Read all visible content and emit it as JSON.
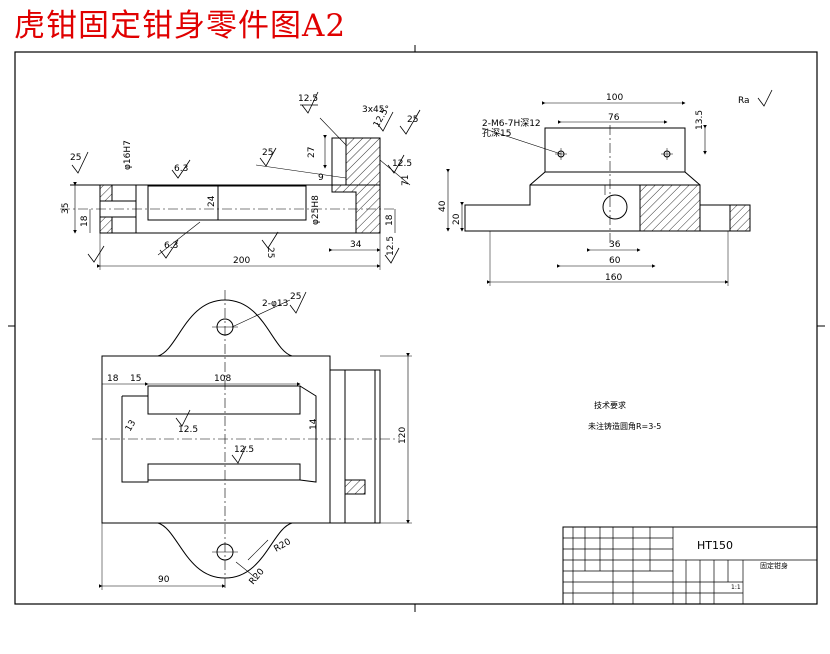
{
  "sheet": {
    "title": "虎钳固定钳身零件图A2",
    "general_roughness": "Ra"
  },
  "front_view": {
    "roughness": [
      "12.5",
      "25",
      "12.5",
      "25",
      "6.3",
      "25",
      "12.5",
      "6.3",
      "25",
      "12.5"
    ],
    "chamfer": "3x45°",
    "dimensions": {
      "d_bore_1": "φ16H7",
      "d_bore_2": "φ25H8",
      "h_27": "27",
      "h_9": "9",
      "h_35": "35",
      "h_18_left": "18",
      "h_24": "24",
      "h_18_right": "18",
      "h_71": "71",
      "w_34": "34",
      "w_200": "200"
    }
  },
  "side_view": {
    "thread_note": "2-M6-7H深12",
    "thread_note2": "孔深15",
    "dimensions": {
      "w_100": "100",
      "w_76": "76",
      "h_13_5": "13.5",
      "h_40": "40",
      "h_20": "20",
      "w_36": "36",
      "w_60": "60",
      "w_160": "160"
    }
  },
  "top_view": {
    "hole_note": "2-φ13",
    "roughness": [
      "25",
      "12.5",
      "12.5"
    ],
    "dimensions": {
      "w_18": "18",
      "w_15": "15",
      "w_108": "108",
      "d_13": "13",
      "h_14": "14",
      "h_120": "120",
      "r_20_a": "R20",
      "r_20_b": "R20",
      "w_90": "90"
    }
  },
  "notes": {
    "heading": "技术要求",
    "line1": "未注铸造圆角R=3-5"
  },
  "title_block": {
    "material": "HT150",
    "part_name": "固定钳身",
    "scale": "1:1"
  }
}
